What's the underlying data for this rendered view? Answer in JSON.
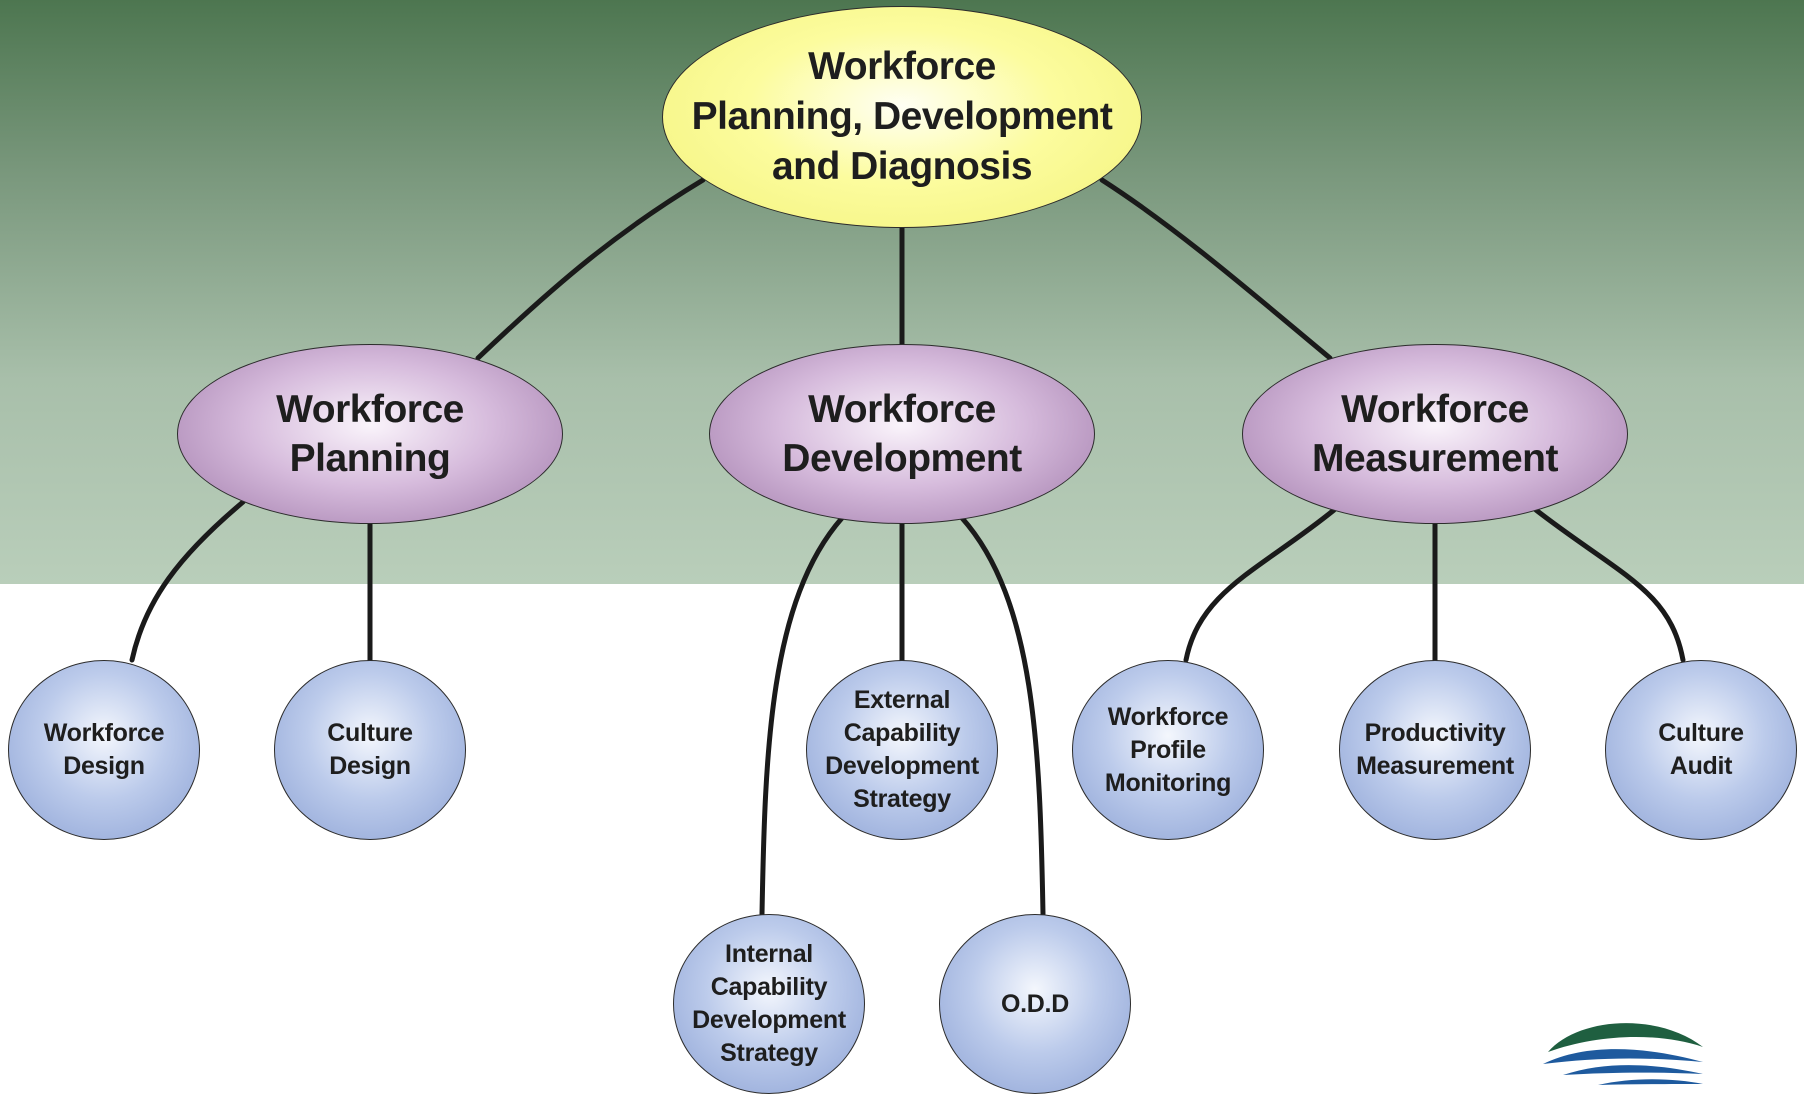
{
  "root": {
    "label": "Workforce\nPlanning, Development\nand Diagnosis"
  },
  "categories": [
    {
      "label": "Workforce\nPlanning"
    },
    {
      "label": "Workforce\nDevelopment"
    },
    {
      "label": "Workforce\nMeasurement"
    }
  ],
  "leaves": {
    "workforce_design": "Workforce\nDesign",
    "culture_design": "Culture\nDesign",
    "external_capability": "External\nCapability\nDevelopment\nStrategy",
    "internal_capability": "Internal\nCapability\nDevelopment\nStrategy",
    "odd": "O.D.D",
    "workforce_profile": "Workforce\nProfile\nMonitoring",
    "productivity": "Productivity\nMeasurement",
    "culture_audit": "Culture\nAudit"
  },
  "colors": {
    "background_top": "#4d7650",
    "background_bottom": "#b9ceba",
    "root_fill": "#fcfc9e",
    "category_fill": "#c8a9d0",
    "leaf_fill": "#a9bbe4",
    "connector": "#1a1a1a",
    "logo_green": "#1f5f40",
    "logo_blue": "#1e5a9e"
  },
  "icons": {
    "logo": "wave-logo-icon"
  }
}
